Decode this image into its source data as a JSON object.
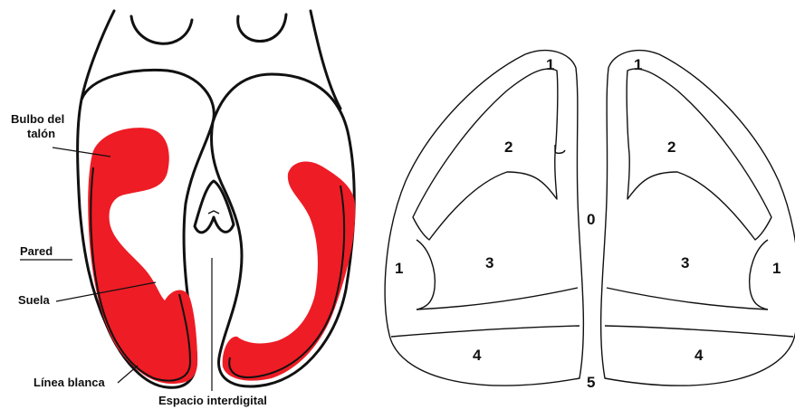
{
  "colors": {
    "lesion": "#ee1c25",
    "ink": "#111111",
    "background": "#ffffff"
  },
  "labels": {
    "heel_bulb": [
      "Bulbo del",
      "talón"
    ],
    "wall": "Pared",
    "sole": "Suela",
    "white_line": "Línea blanca",
    "interdigital_space": "Espacio interdigital"
  },
  "zones": {
    "left_claw": {
      "z1_toe": "1",
      "z2": "2",
      "z3": "3",
      "z1_side": "1",
      "z4": "4"
    },
    "right_claw": {
      "z1_toe": "1",
      "z2": "2",
      "z3": "3",
      "z1_side": "1",
      "z4": "4"
    },
    "z0": "0",
    "z5": "5"
  }
}
